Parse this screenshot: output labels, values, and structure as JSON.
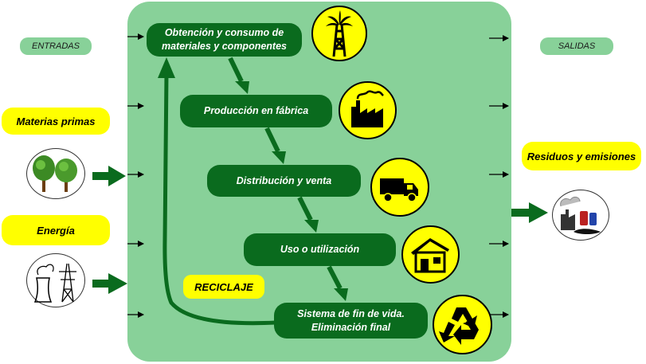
{
  "labels": {
    "entradas": "ENTRADAS",
    "salidas": "SALIDAS",
    "materias_primas": "Materias primas",
    "energia": "Energía",
    "residuos": "Residuos y emisiones",
    "reciclaje": "RECICLAJE"
  },
  "stages": [
    {
      "line1": "Obtención y consumo de",
      "line2": "materiales y componentes"
    },
    {
      "line1": "Producción en fábrica"
    },
    {
      "line1": "Distribución y venta"
    },
    {
      "line1": "Uso o utilización"
    },
    {
      "line1": "Sistema de fin de vida.",
      "line2": "Eliminación final"
    }
  ],
  "icons": [
    "oil-well-icon",
    "factory-icon",
    "truck-icon",
    "house-icon",
    "recycle-icon",
    "trees-icon",
    "power-plant-icon",
    "pollution-icon"
  ],
  "colors": {
    "panel": "#88d199",
    "stage": "#0a6b1e",
    "highlight": "#ffff00",
    "arrow": "#0a6b1e"
  }
}
